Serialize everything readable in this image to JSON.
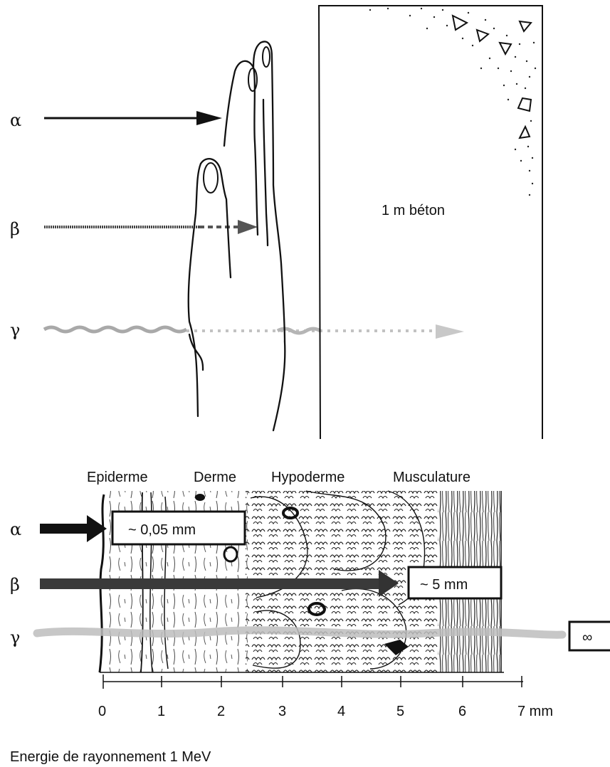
{
  "top_panel": {
    "rays": {
      "alpha": "α",
      "beta": "β",
      "gamma": "γ"
    },
    "concrete_label": "1 m béton"
  },
  "bottom_panel": {
    "layers": {
      "epidermis": "Epiderme",
      "dermis": "Derme",
      "hypodermis": "Hypoderme",
      "muscle": "Musculature"
    },
    "rays": {
      "alpha": "α",
      "beta": "β",
      "gamma": "γ"
    },
    "penetration": {
      "alpha": "~ 0,05 mm",
      "beta": "~ 5 mm",
      "gamma": "∞"
    },
    "axis": {
      "ticks": [
        "0",
        "1",
        "2",
        "3",
        "4",
        "5",
        "6",
        "7 mm"
      ]
    }
  },
  "caption": "Energie de rayonnement 1 MeV",
  "colors": {
    "ink": "#111111",
    "beta_arrow": "#3a3a3a",
    "gamma_ray": "#b9b9b9"
  }
}
